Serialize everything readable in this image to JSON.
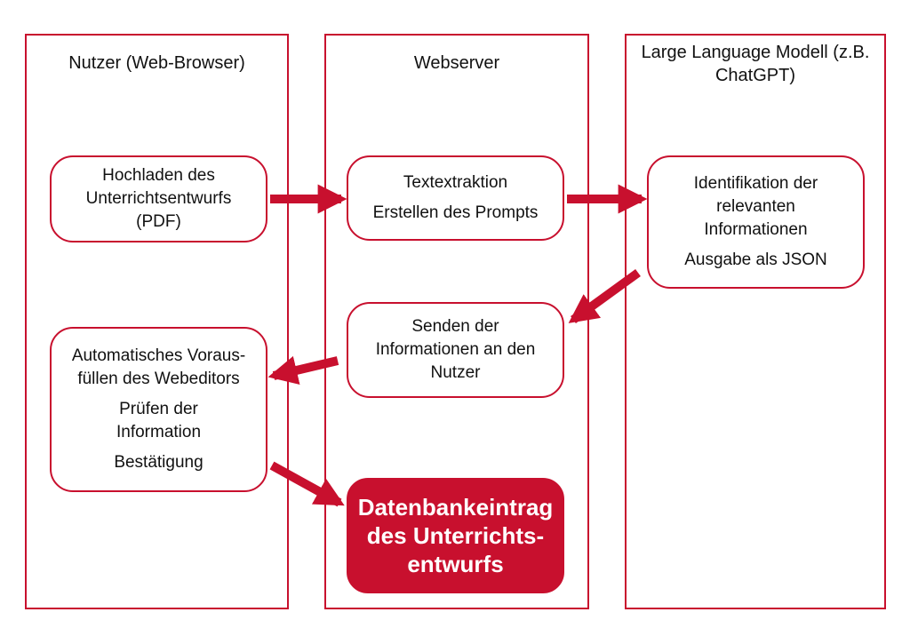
{
  "colors": {
    "accent": "#c8102e",
    "background": "#ffffff",
    "text": "#111111"
  },
  "lanes": {
    "user": {
      "title": [
        "Nutzer (Web-Browser)"
      ]
    },
    "server": {
      "title": [
        "Webserver"
      ]
    },
    "llm": {
      "title": [
        "Large Language Modell",
        "(z.B. ChatGPT)"
      ]
    }
  },
  "boxes": {
    "upload": [
      [
        "Hochladen des",
        "Unterrichtsentwurfs",
        "(PDF)"
      ]
    ],
    "extract": [
      [
        "Textextraktion"
      ],
      [
        "Erstellen des Prompts"
      ]
    ],
    "identify": [
      [
        "Identifikation der",
        "relevanten",
        "Informationen"
      ],
      [
        "Ausgabe als JSON"
      ]
    ],
    "send": [
      [
        "Senden der",
        "Informationen an den",
        "Nutzer"
      ]
    ],
    "autofill": [
      [
        "Automatisches Voraus-",
        "füllen des Webeditors"
      ],
      [
        "Prüfen der",
        "Information"
      ],
      [
        "Bestätigung"
      ]
    ],
    "database": [
      [
        "Datenbankeintrag",
        "des Unterrichts-",
        "entwurfs"
      ]
    ]
  }
}
